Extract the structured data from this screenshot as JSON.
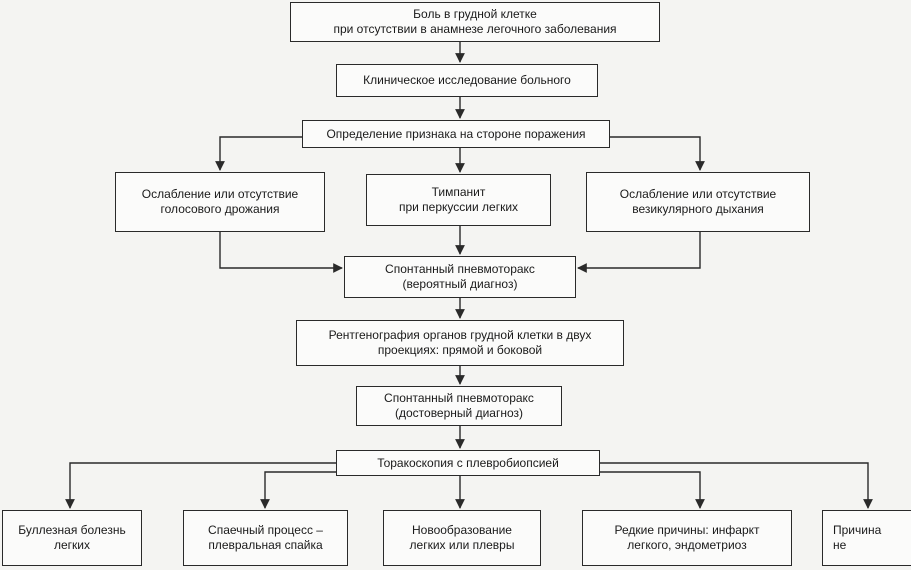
{
  "nodes": {
    "chest_pain": "Боль в грудной клетке\nпри отсутствии в анамнезе легочного заболевания",
    "clinical_exam": "Клиническое исследование больного",
    "sign_detection": "Определение признака на стороне поражения",
    "weak_fremitus": "Ослабление или отсутствие\nголосового дрожания",
    "tympanitis": "Тимпанит\nпри перкуссии легких",
    "weak_breathing": "Ослабление или отсутствие\nвезикулярного дыхания",
    "pneumothorax_probable": "Спонтанный пневмоторакс\n(вероятный диагноз)",
    "xray": "Рентгенография органов грудной клетки в двух\nпроекциях: прямой и боковой",
    "pneumothorax_certain": "Спонтанный пневмоторакс\n(достоверный диагноз)",
    "thoracoscopy": "Торакоскопия с плевробиопсией",
    "bullous_disease": "Буллезная болезнь\nлегких",
    "adhesion_process": "Спаечный процесс –\nплевральная спайка",
    "neoplasm": "Новообразование\nлегких или плевры",
    "rare_causes": "Редкие причины: инфаркт\nлегкого, эндометриоз",
    "unknown_cause": "Причина\nне"
  },
  "colors": {
    "line": "#2a2a2a",
    "box_fill": "#fbfbfa",
    "background": "#f4f4f2"
  }
}
